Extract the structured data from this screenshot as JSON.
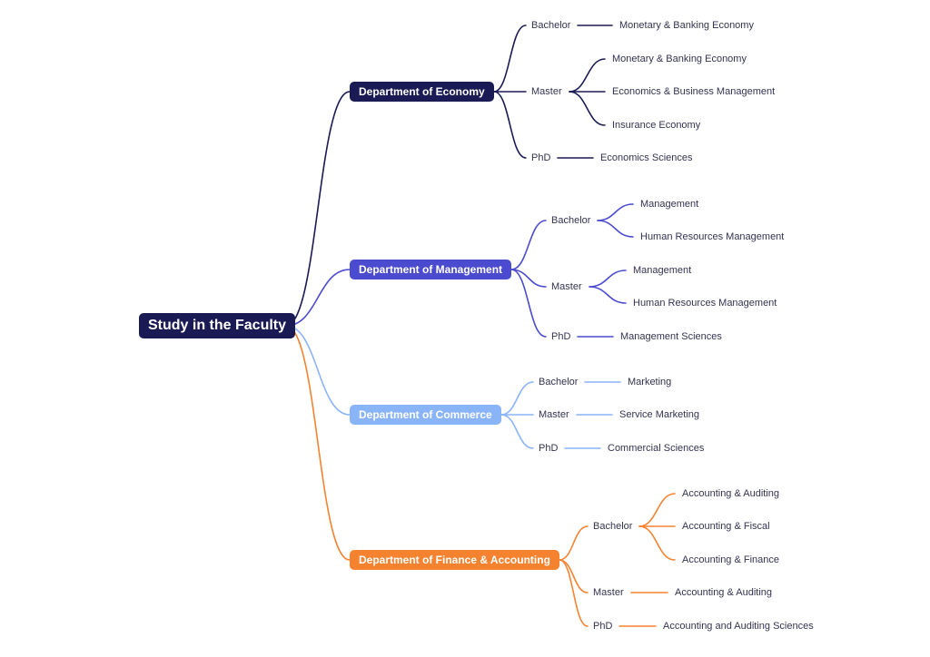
{
  "root": {
    "label": "Study in the Faculty",
    "color": "#1a1a54"
  },
  "departments": [
    {
      "label": "Department of Economy",
      "color": "#1a1a54",
      "degrees": [
        {
          "label": "Bachelor",
          "programs": [
            "Monetary & Banking Economy"
          ]
        },
        {
          "label": "Master",
          "programs": [
            "Monetary & Banking Economy",
            "Economics & Business Management",
            "Insurance Economy"
          ]
        },
        {
          "label": "PhD",
          "programs": [
            "Economics Sciences"
          ]
        }
      ]
    },
    {
      "label": "Department of Management",
      "color": "#4b4bcf",
      "degrees": [
        {
          "label": "Bachelor",
          "programs": [
            "Management",
            "Human Resources Management"
          ]
        },
        {
          "label": "Master",
          "programs": [
            "Management",
            "Human Resources Management"
          ]
        },
        {
          "label": "PhD",
          "programs": [
            "Management Sciences"
          ]
        }
      ]
    },
    {
      "label": "Department of Commerce",
      "color": "#8ab4f8",
      "degrees": [
        {
          "label": "Bachelor",
          "programs": [
            "Marketing"
          ]
        },
        {
          "label": "Master",
          "programs": [
            "Service Marketing"
          ]
        },
        {
          "label": "PhD",
          "programs": [
            "Commercial Sciences"
          ]
        }
      ]
    },
    {
      "label": "Department of Finance & Accounting",
      "color": "#f5822f",
      "degrees": [
        {
          "label": "Bachelor",
          "programs": [
            "Accounting & Auditing",
            "Accounting & Fiscal",
            "Accounting & Finance"
          ]
        },
        {
          "label": "Master",
          "programs": [
            "Accounting & Auditing"
          ]
        },
        {
          "label": "PhD",
          "programs": [
            "Accounting and Auditing Sciences"
          ]
        }
      ]
    }
  ]
}
